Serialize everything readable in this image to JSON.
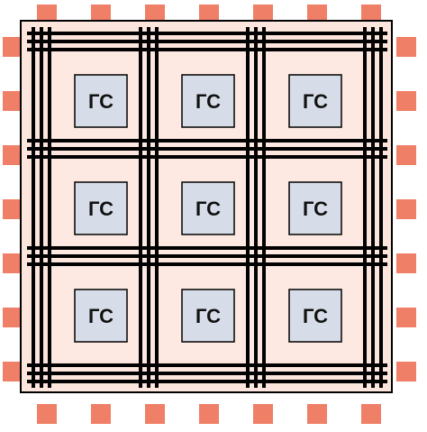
{
  "colors": {
    "pad": "#ef7f67",
    "core": "#fbe5dc",
    "block_fill": "#d7dde8",
    "stroke": "#000000"
  },
  "pads": {
    "top_count": 7,
    "bottom_count": 7,
    "left_count": 7,
    "right_count": 7
  },
  "routing_channels": {
    "lines_per_channel": 3,
    "channels_each_direction": 4
  },
  "blocks": {
    "rows": 3,
    "cols": 3,
    "labels": [
      "ГС",
      "ГС",
      "ГС",
      "ГС",
      "ГС",
      "ГС",
      "ГС",
      "ГС",
      "ГС"
    ]
  }
}
